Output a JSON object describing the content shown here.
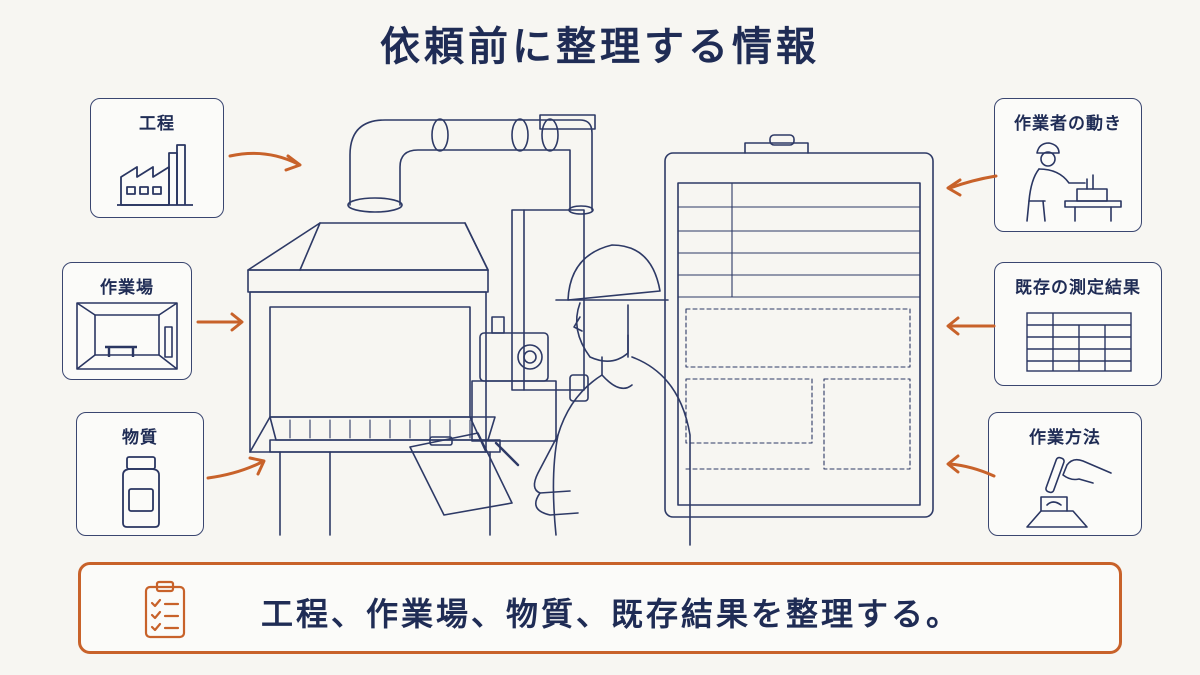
{
  "title": "依頼前に整理する情報",
  "left_cards": [
    {
      "label": "工程",
      "icon": "factory-icon"
    },
    {
      "label": "作業場",
      "icon": "workroom-icon"
    },
    {
      "label": "物質",
      "icon": "bottle-icon"
    }
  ],
  "right_cards": [
    {
      "label": "作業者の動き",
      "icon": "worker-motion-icon"
    },
    {
      "label": "既存の測定結果",
      "icon": "result-table-icon"
    },
    {
      "label": "作業方法",
      "icon": "hand-operation-icon"
    }
  ],
  "summary": {
    "text": "工程、作業場、物質、既存結果を整理する。",
    "icon": "checklist-clipboard-icon"
  },
  "colors": {
    "ink": "#1f2c55",
    "accent": "#c8622a",
    "background": "#f7f6f2"
  }
}
